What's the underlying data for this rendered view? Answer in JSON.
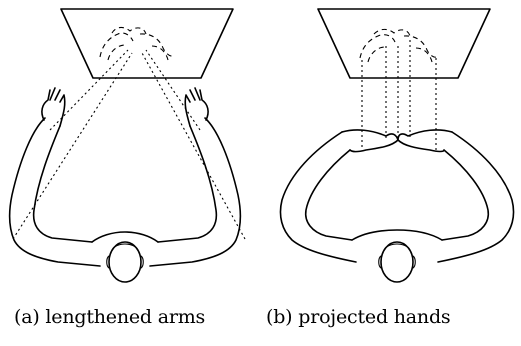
{
  "figure": {
    "panels": [
      {
        "id": "a",
        "caption": "(a) lengthened arms"
      },
      {
        "id": "b",
        "caption": "(b) projected hands"
      }
    ]
  }
}
